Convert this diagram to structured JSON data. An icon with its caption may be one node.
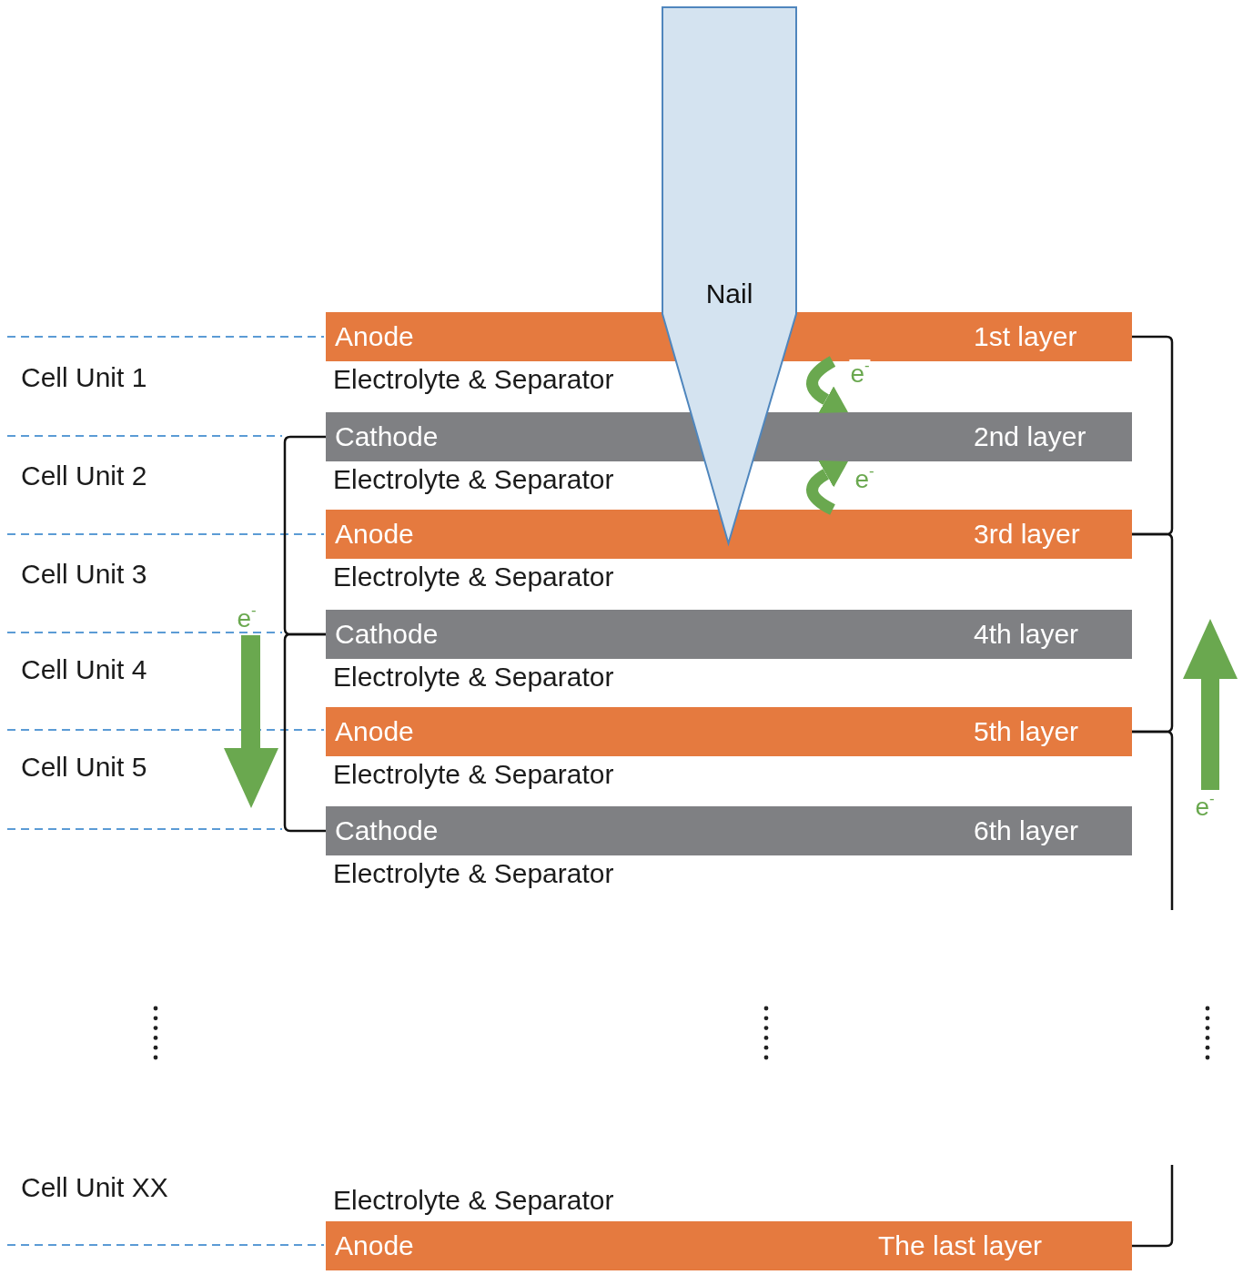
{
  "diagram": {
    "nodes": [
      {
        "text": [
          "Nail"
        ]
      },
      {
        "text": [
          "Anode",
          "1st layer"
        ]
      },
      {
        "text": [
          "Cathode",
          "2nd layer"
        ]
      },
      {
        "text": [
          "Anode",
          "3rd layer"
        ]
      },
      {
        "text": [
          "Cathode",
          "4th layer"
        ]
      },
      {
        "text": [
          "Anode",
          "5th layer"
        ]
      },
      {
        "text": [
          "Cathode",
          "6th layer"
        ]
      },
      {
        "text": [
          "Anode",
          "The last layer"
        ]
      }
    ],
    "edges": [
      {
        "from": 1,
        "to": 2,
        "arrow": "to",
        "label": "e$^{-}$",
        "style": "thick",
        "color": "#6aa84f"
      },
      {
        "from": 3,
        "to": 2,
        "arrow": "to",
        "label": "e$^{-}$",
        "style": "thick",
        "color": "#6aa84f"
      },
      {
        "from": 2,
        "to": 4,
        "arrow": "none"
      },
      {
        "from": 4,
        "to": 6,
        "arrow": "none"
      },
      {
        "from": 1,
        "to": 3,
        "arrow": "none"
      },
      {
        "from": 3,
        "to": 5,
        "arrow": "none"
      },
      {
        "from": 5,
        "to": null,
        "arrow": "none"
      },
      {
        "from": null,
        "to": 7,
        "arrow": "none"
      }
    ],
    "labels": [
      "Cell Unit 1",
      "Electrolyte & Separator",
      "Cell Unit 2",
      "Electrolyte & Separator",
      "Cell Unit 3",
      "Electrolyte & Separator",
      "e$^{-}$",
      "Cell Unit 4",
      "Electrolyte & Separator",
      "Cell Unit 5",
      "Electrolyte & Separator",
      "e$^{-}$",
      "Electrolyte & Separator",
      "Cell Unit XX",
      "Electrolyte & Separator"
    ]
  }
}
